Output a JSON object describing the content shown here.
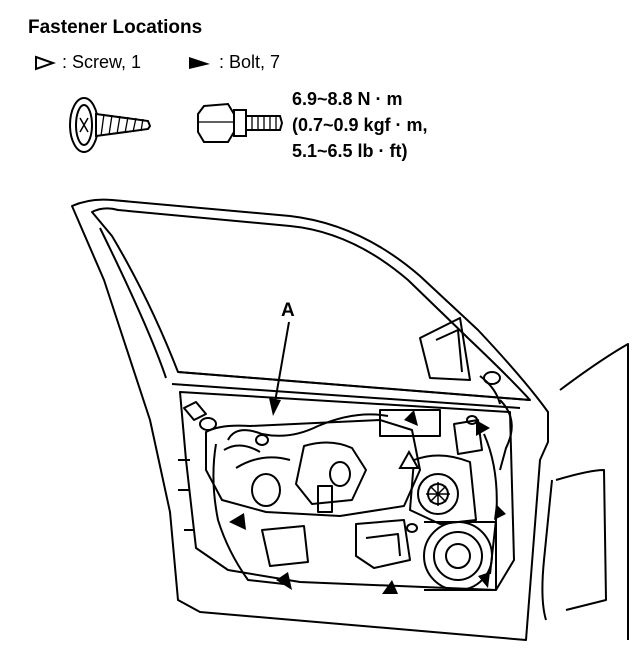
{
  "header": {
    "title": "Fastener Locations"
  },
  "legend": {
    "screw_label": ": Screw, 1",
    "bolt_label": ": Bolt, 7"
  },
  "torque_spec": {
    "line1": "6.9~8.8 N · m",
    "line2": "(0.7~0.9 kgf · m,",
    "line3": "5.1~6.5 lb · ft)"
  },
  "diagram": {
    "callout_a": "A"
  }
}
